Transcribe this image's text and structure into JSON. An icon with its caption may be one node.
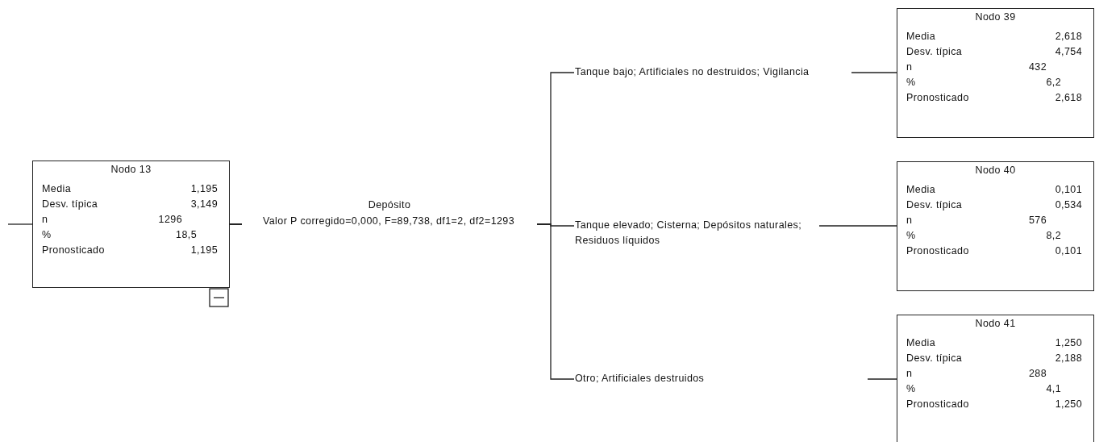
{
  "diagram": {
    "nodes": [
      {
        "text": [
          "Nodo 13",
          "Media",
          "1,195",
          "Desv. típica",
          "3,149",
          "n",
          "1296",
          "%",
          "18,5",
          "Pronosticado",
          "1,195"
        ]
      },
      {
        "text": [
          "Nodo 39",
          "Media",
          "2,618",
          "Desv. típica",
          "4,754",
          "n",
          "432",
          "%",
          "6,2",
          "Pronosticado",
          "2,618"
        ]
      },
      {
        "text": [
          "Nodo 40",
          "Media",
          "0,101",
          "Desv. típica",
          "0,534",
          "n",
          "576",
          "%",
          "8,2",
          "Pronosticado",
          "0,101"
        ]
      },
      {
        "text": [
          "Nodo 41",
          "Media",
          "1,250",
          "Desv. típica",
          "2,188",
          "n",
          "288",
          "%",
          "4,1",
          "Pronosticado",
          "1,250"
        ]
      }
    ],
    "edges": [
      {
        "from": null,
        "to": 0,
        "arrow": "none"
      },
      {
        "from": 0,
        "to": 1,
        "arrow": "none",
        "label": "Tanque bajo; Artificiales no destruidos; Vigilancia"
      },
      {
        "from": 0,
        "to": 2,
        "arrow": "none",
        "label": "Tanque elevado; Cisterna; Depósitos naturales; Residuos líquidos"
      },
      {
        "from": 0,
        "to": 3,
        "arrow": "none",
        "label": "Otro; Artificiales destruidos"
      }
    ],
    "labels": [
      "Depósito",
      "Valor P corregido=0,000, F=89,738, df1=2, df2=1293"
    ]
  }
}
